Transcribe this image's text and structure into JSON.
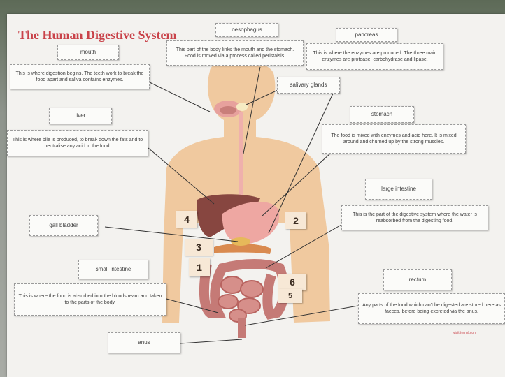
{
  "poster": {
    "title": "The Human Digestive System",
    "footer": "visit twinkl.com"
  },
  "name_labels": {
    "oesophagus": "oesophagus",
    "pancreas": "pancreas",
    "mouth": "mouth",
    "salivary_glands": "salivary glands",
    "liver": "liver",
    "stomach": "stomach",
    "large_intestine": "large intestine",
    "gall_bladder": "gall bladder",
    "small_intestine": "small intestine",
    "rectum": "rectum",
    "anus": "anus"
  },
  "descriptions": {
    "oesophagus": "This part of the body links the mouth and the stomach. Food is moved via a process called peristalsis.",
    "pancreas": "This is where the enzymes are produced. The three main enzymes are protease, carbohydrase and lipase.",
    "mouth": "This is where digestion begins. The teeth work to break the food apart and saliva contains enzymes.",
    "liver": "This is where bile is produced, to break down the fats and to neutralise any acid in the food.",
    "stomach": "The food is mixed with enzymes and acid here. It is mixed around and churned up by the strong muscles.",
    "large_intestine": "This is the part of the digestive system where the water is reabsorbed from the digesting food.",
    "small_intestine": "This is where the food is absorbed into the bloodstream and taken to the parts of the body.",
    "rectum": "Any parts of the food which can't be digested are stored here as faeces, before being excreted via the anus."
  },
  "numbers": [
    "4",
    "2",
    "3",
    "1",
    "6",
    "5"
  ],
  "colors": {
    "title": "#c9434a",
    "skin": "#f2cfa6",
    "liver": "#8a4a44",
    "stomach": "#f0a9a6",
    "intestine": "#c97f7c"
  }
}
